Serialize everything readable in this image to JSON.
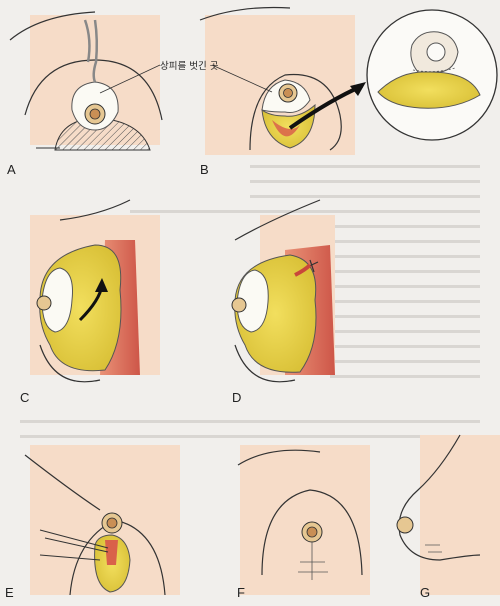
{
  "panels": [
    {
      "id": "A",
      "label": "A"
    },
    {
      "id": "B",
      "label": "B"
    },
    {
      "id": "C",
      "label": "C"
    },
    {
      "id": "D",
      "label": "D"
    },
    {
      "id": "E",
      "label": "E"
    },
    {
      "id": "F",
      "label": "F"
    },
    {
      "id": "G",
      "label": "G"
    }
  ],
  "callout_text": "상피를 벗긴 곳",
  "colors": {
    "page": "#f1efec",
    "skin_panel": "#f6dcc8",
    "fat_yellow": "#e8d24a",
    "muscle_red": "#d9614a",
    "outline": "#333333"
  }
}
